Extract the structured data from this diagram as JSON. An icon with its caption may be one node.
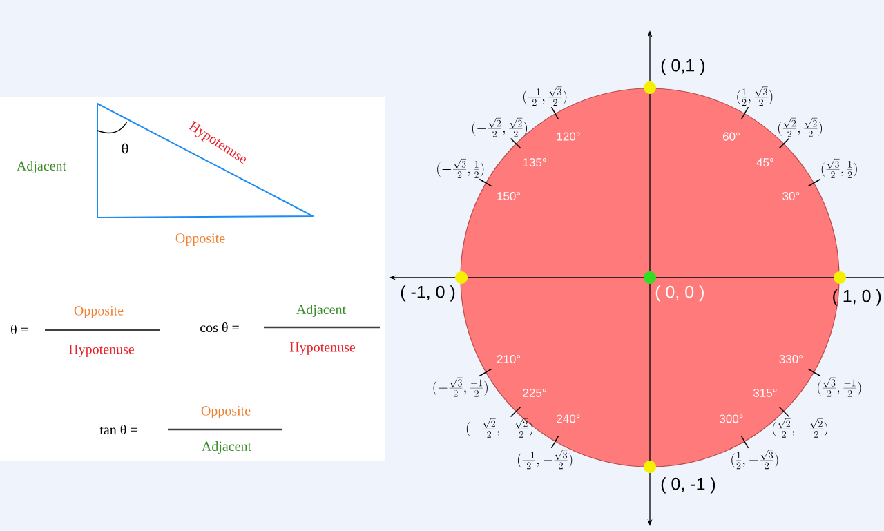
{
  "diagram": {
    "nodes": [
      {
        "text": [],
        "shape": "circle",
        "beside": [
          "( 0,1 )"
        ]
      },
      {
        "text": [
          "θ"
        ],
        "beside": [
          "Hypotenuse",
          "Adjacent",
          "Opposite"
        ]
      },
      {
        "text": [
          "120°",
          "60°",
          "135°",
          "45°",
          "150°",
          "30°",
          "210°",
          "330°",
          "225°",
          "315°",
          "240°",
          "300°"
        ]
      },
      {
        "text": [],
        "shape": "circle",
        "beside": [
          "( -1, 0 )"
        ]
      },
      {
        "text": [],
        "shape": "circle",
        "in": 2,
        "beside": [
          "( 0, 0 )"
        ]
      },
      {
        "text": [],
        "shape": "circle",
        "beside": [
          "( 1, 0 )"
        ]
      },
      {
        "text": [],
        "shape": "circle",
        "beside": [
          "( 0, -1 )"
        ]
      }
    ],
    "labels": [
      "θ =",
      "Opposite",
      "Hypotenuse",
      "cos θ =",
      "Adjacent",
      "Hypotenuse",
      "tan θ =",
      "Opposite",
      "Adjacent",
      "(\\frac{-1}{2},\\frac{\\sqrt{3}}{2})",
      "(\\frac{1}{2},\\frac{\\sqrt{3}}{2})",
      "(-\\frac{\\sqrt{2}}{2},\\frac{\\sqrt{2}}{2})",
      "(\\frac{\\sqrt{2}}{2},\\frac{\\sqrt{2}}{2})",
      "(-\\frac{\\sqrt{3}}{2},\\frac{1}{2})",
      "(\\frac{\\sqrt{3}}{2},\\frac{1}{2})",
      "(-\\frac{\\sqrt{3}}{2},\\frac{-1}{2})",
      "(\\frac{\\sqrt{3}}{2},\\frac{-1}{2})",
      "(-\\frac{\\sqrt{2}}{2},-\\frac{\\sqrt{2}}{2})",
      "(\\frac{\\sqrt{2}}{2},-\\frac{\\sqrt{2}}{2})",
      "(\\frac{-1}{2},-\\frac{\\sqrt{3}}{2})",
      "(\\frac{1}{2},-\\frac{\\sqrt{3}}{2})"
    ]
  }
}
